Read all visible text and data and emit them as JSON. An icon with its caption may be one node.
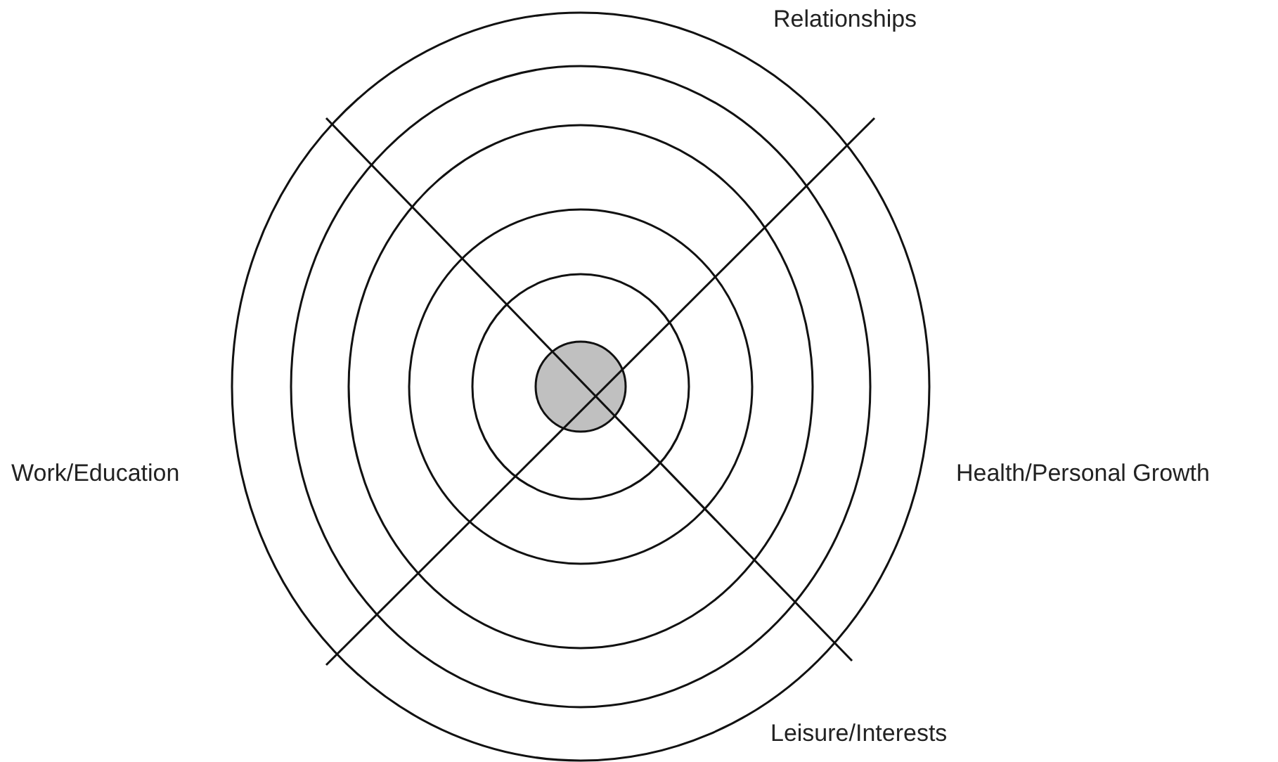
{
  "diagram": {
    "labels": [
      "Relationships",
      "Work/Education",
      "Health/Personal Growth",
      "Leisure/Interests"
    ]
  }
}
